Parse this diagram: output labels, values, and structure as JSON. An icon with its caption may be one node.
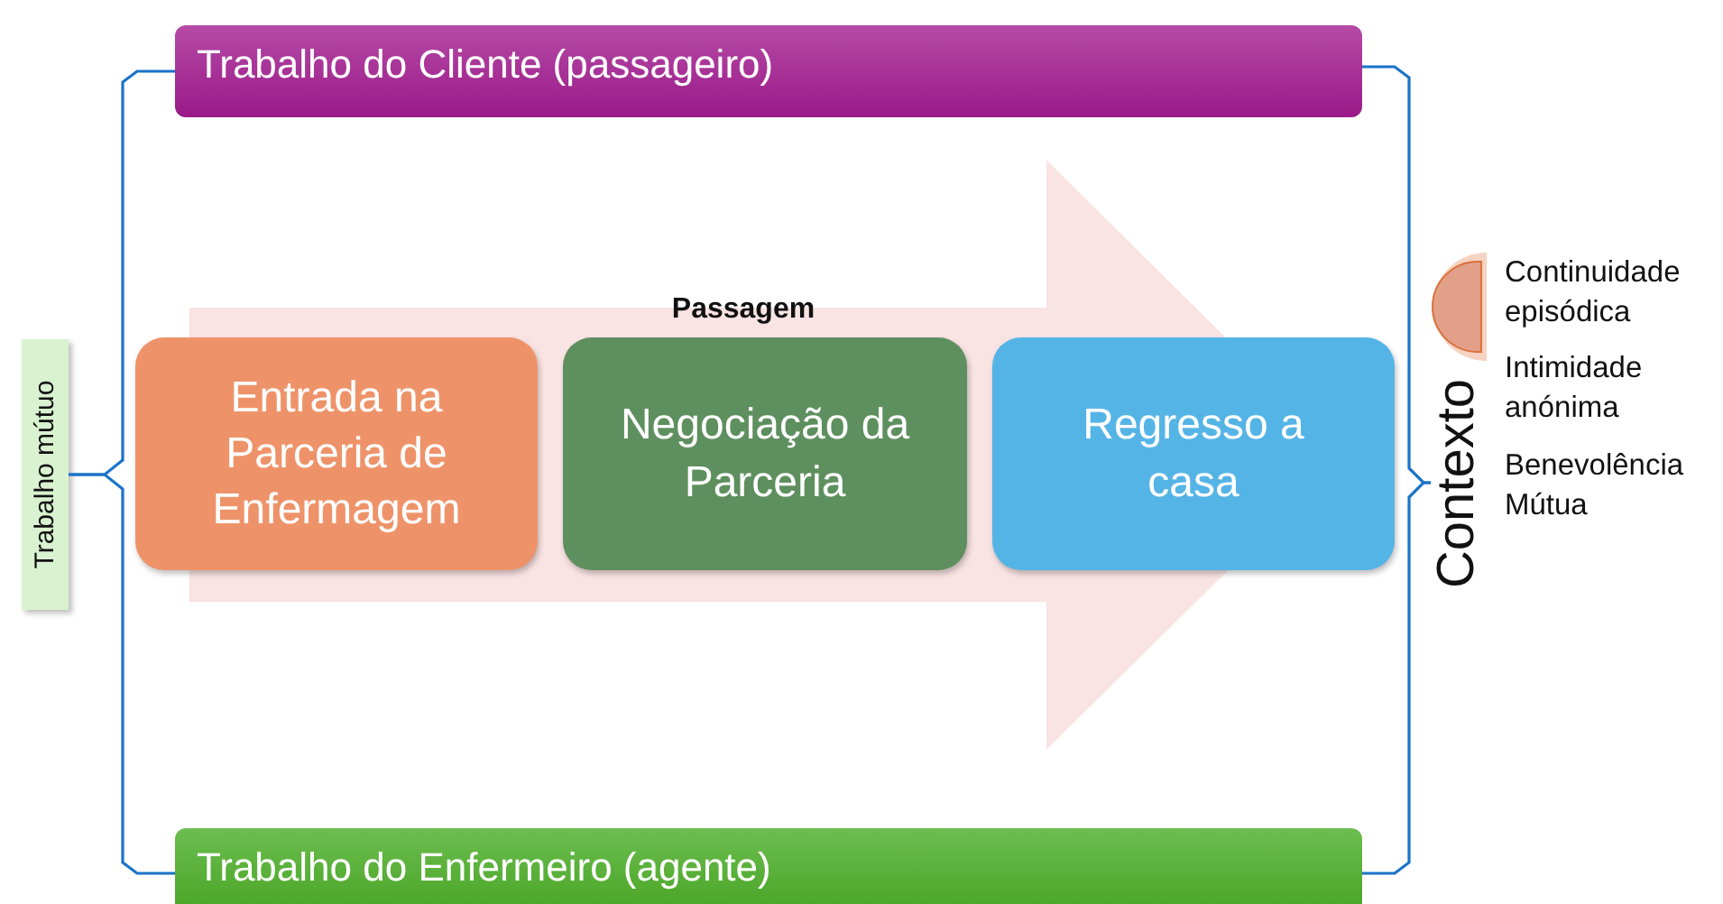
{
  "diagram": {
    "nodes": [
      {
        "text": [
          "Trabalho mútuo"
        ]
      },
      {
        "text": [
          "Trabalho do Cliente (passageiro)"
        ]
      },
      {
        "text": [
          "Passagem"
        ]
      },
      {
        "text": [
          "Entrada na Parceria de Enfermagem"
        ]
      },
      {
        "text": [
          "Negociação da Parceria"
        ]
      },
      {
        "text": [
          "Regresso a casa"
        ]
      },
      {
        "text": [
          "Trabalho do Enfermeiro (agente)"
        ]
      },
      {
        "text": [
          "Contexto"
        ]
      }
    ],
    "edges": [
      {
        "from": 0,
        "to": 1,
        "arrow": "none"
      },
      {
        "from": 0,
        "to": 6,
        "arrow": "none"
      },
      {
        "from": 1,
        "to": 7,
        "arrow": "none"
      },
      {
        "from": 6,
        "to": 7,
        "arrow": "none"
      },
      {
        "from": 3,
        "to": 5,
        "arrow": "to",
        "style": "thick",
        "color": "#f5cccc"
      }
    ],
    "labels": [
      "Continuidade episódica",
      "Intimidade anónima",
      "Benevolência Mútua"
    ]
  }
}
